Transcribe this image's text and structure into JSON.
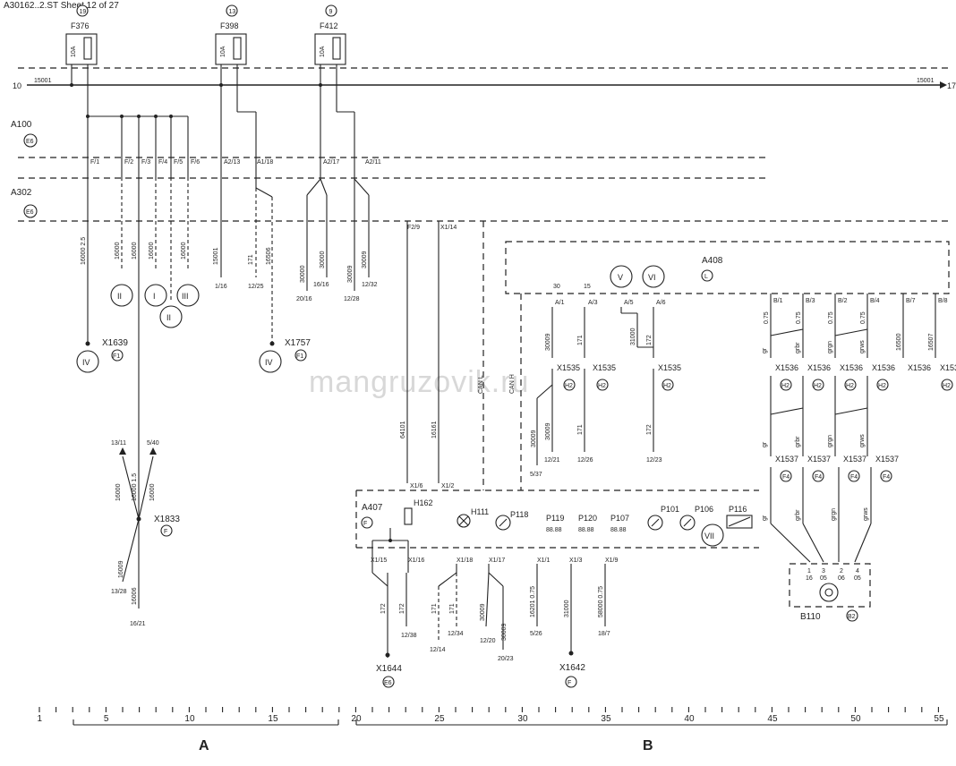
{
  "header": {
    "title": "A30162..2.ST  Sheet 12 of 27"
  },
  "watermark": "mangruzovik.ru",
  "rails": {
    "left_num": "10",
    "right_num": "17",
    "wire_left": "15001",
    "wire_right": "15001"
  },
  "fuses": [
    {
      "ref": "19",
      "name": "F376",
      "rating": "10A"
    },
    {
      "ref": "13",
      "name": "F398",
      "rating": "10A"
    },
    {
      "ref": "9",
      "name": "F412",
      "rating": "10A"
    }
  ],
  "modules": {
    "a100": "A100",
    "a100_loc": "E6",
    "a302": "A302",
    "a302_loc": "E6",
    "a408": "A408",
    "a408_loc": "L",
    "a407": "A407",
    "a407_loc": "F"
  },
  "pins_top": [
    "F/1",
    "F/2",
    "F/3",
    "F/4",
    "F/5",
    "F/6",
    "A2/13",
    "A1/18",
    "A2/17",
    "A2/11"
  ],
  "pins_mid": [
    "F2/9",
    "X1/14"
  ],
  "pins_a408": [
    "A/1",
    "A/3",
    "A/5",
    "A/6"
  ],
  "pins_a408_nums": [
    "30",
    "15"
  ],
  "pins_b": [
    "B/1",
    "B/3",
    "B/2",
    "B/4",
    "B/7",
    "B/8"
  ],
  "pins_bottom": [
    "X1/15",
    "X1/16",
    "X1/18",
    "X1/17",
    "X1/1",
    "X1/3",
    "X1/9",
    "X1/6",
    "X1/2"
  ],
  "wires": {
    "w1": "16000  2.5",
    "w2": "16000",
    "w3": "16000",
    "w4": "16000",
    "w5": "16000",
    "w6": "15001",
    "w7": "171",
    "w8": "16506",
    "w9": "30000",
    "w10": "30000",
    "w11": "30009",
    "w12": "30009",
    "w13": "64101",
    "w14": "16161",
    "w15": "30009",
    "w16": "171",
    "w17": "31000",
    "w18": "172",
    "w19": "30009",
    "w20": "171",
    "w21": "172",
    "w22": "16500",
    "w23": "16507",
    "w24": "172",
    "w25": "172",
    "w26": "171",
    "w27": "171",
    "w28": "30009",
    "w29": "30009",
    "w30": "16201  0.75",
    "w31": "31000",
    "w32": "58000  0.75",
    "w33": "16000",
    "w34": "16000 1.5",
    "w35": "16000",
    "w36": "16009",
    "w37": "16006"
  },
  "refs": {
    "r1": "1/16",
    "r2": "12/25",
    "r3": "20/16",
    "r4": "16/16",
    "r5": "12/28",
    "r6": "12/32",
    "r7": "12/21",
    "r8": "12/26",
    "r9": "12/23",
    "r10": "5/37",
    "r11": "13/11",
    "r12": "5/40",
    "r13": "13/28",
    "r14": "16/21",
    "r15": "12/38",
    "r16": "12/14",
    "r17": "12/34",
    "r18": "12/20",
    "r19": "20/23",
    "r20": "5/26",
    "r21": "18/7"
  },
  "roman": [
    "II",
    "I",
    "III",
    "II",
    "IV",
    "IV",
    "V",
    "VI",
    "VII"
  ],
  "connectors": {
    "x1639": "X1639",
    "x1639_loc": "F1",
    "x1757": "X1757",
    "x1757_loc": "F1",
    "x1833": "X1833",
    "x1833_loc": "F",
    "x1644": "X1644",
    "x1644_loc": "E6",
    "x1642": "X1642",
    "x1642_loc": "F",
    "x1535": "X1535",
    "x1535_loc": "H2",
    "x1536": "X1536",
    "x1536_loc": "H2",
    "x1537": "X1537",
    "x1537_loc": "F4"
  },
  "can": {
    "low": "CAN L",
    "high": "CAN H"
  },
  "gauges": [
    "H162",
    "H111",
    "P118",
    "P119",
    "P120",
    "P107",
    "P101",
    "P106",
    "P116"
  ],
  "digits": "88.88",
  "b110": {
    "name": "B110",
    "loc": "B2",
    "pins": [
      "1",
      "3",
      "2",
      "4"
    ],
    "pin_tags": [
      "16",
      "05",
      "06",
      "05"
    ]
  },
  "wire_colors": {
    "c1": "gr",
    "c2": "grbr",
    "c3": "grgn",
    "c4": "grws",
    "size": "0.75"
  },
  "ruler": {
    "labels": [
      "1",
      "5",
      "10",
      "15",
      "20",
      "25",
      "30",
      "35",
      "40",
      "45",
      "50",
      "55"
    ],
    "section_a": "A",
    "section_b": "B"
  }
}
